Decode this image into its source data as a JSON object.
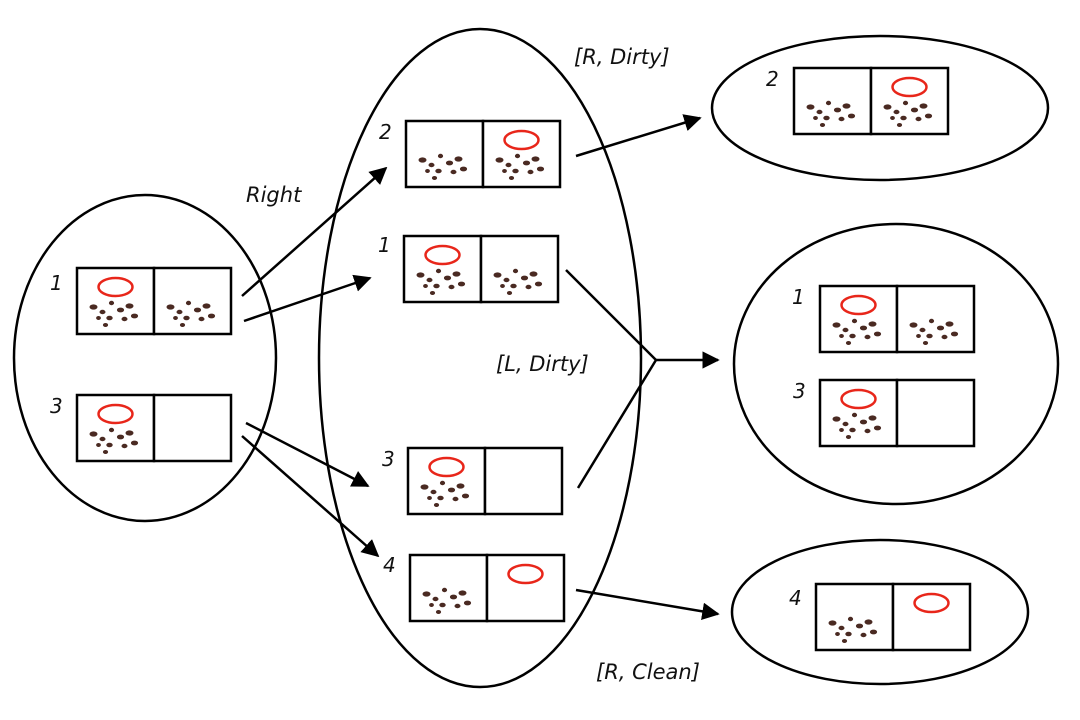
{
  "labels": {
    "right": "Right",
    "r_dirty": "[R, Dirty]",
    "l_dirty": "[L, Dirty]",
    "r_clean": "[R, Clean]"
  },
  "colors": {
    "vacuum": "#e8261a",
    "dirt": "#4a2a22",
    "outline": "#000000"
  },
  "initial_set": {
    "states": [
      {
        "num": "1",
        "vacuum": "left",
        "dirt_left": true,
        "dirt_right": true
      },
      {
        "num": "3",
        "vacuum": "left",
        "dirt_left": true,
        "dirt_right": false
      }
    ]
  },
  "after_right_set": {
    "states": [
      {
        "num": "2",
        "vacuum": "right",
        "dirt_left": true,
        "dirt_right": true
      },
      {
        "num": "1",
        "vacuum": "left",
        "dirt_left": true,
        "dirt_right": true
      },
      {
        "num": "3",
        "vacuum": "left",
        "dirt_left": true,
        "dirt_right": false
      },
      {
        "num": "4",
        "vacuum": "right",
        "dirt_left": true,
        "dirt_right": false
      }
    ]
  },
  "r_dirty_set": {
    "states": [
      {
        "num": "2",
        "vacuum": "right",
        "dirt_left": true,
        "dirt_right": true
      }
    ]
  },
  "l_dirty_set": {
    "states": [
      {
        "num": "1",
        "vacuum": "left",
        "dirt_left": true,
        "dirt_right": true
      },
      {
        "num": "3",
        "vacuum": "left",
        "dirt_left": true,
        "dirt_right": false
      }
    ]
  },
  "r_clean_set": {
    "states": [
      {
        "num": "4",
        "vacuum": "right",
        "dirt_left": true,
        "dirt_right": false
      }
    ]
  }
}
